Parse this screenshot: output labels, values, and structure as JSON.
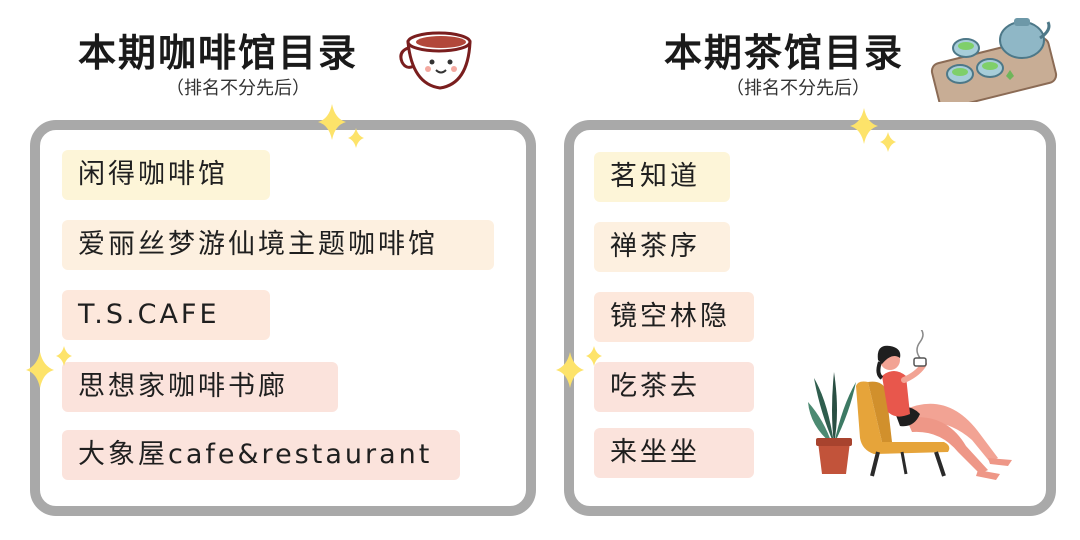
{
  "coffee": {
    "title": "本期咖啡馆目录",
    "subtitle": "（排名不分先后）",
    "items": [
      {
        "label": "闲得咖啡馆",
        "color": "#fdf5d8"
      },
      {
        "label": "爱丽丝梦游仙境主题咖啡馆",
        "color": "#fdf0e0"
      },
      {
        "label": "T.S.CAFE",
        "color": "#fde8dc"
      },
      {
        "label": "思想家咖啡书廊",
        "color": "#fbe3dc"
      },
      {
        "label": "大象屋cafe&restaurant",
        "color": "#fbe3dc"
      }
    ]
  },
  "tea": {
    "title": "本期茶馆目录",
    "subtitle": "（排名不分先后）",
    "items": [
      {
        "label": "茗知道",
        "color": "#fdf5d8"
      },
      {
        "label": "禅茶序",
        "color": "#fdf0e0"
      },
      {
        "label": "镜空林隐",
        "color": "#fde8dc"
      },
      {
        "label": "吃茶去",
        "color": "#fbe3dc"
      },
      {
        "label": "来坐坐",
        "color": "#fbe3dc"
      }
    ]
  },
  "colors": {
    "panel_border": "#a9a9a9",
    "sparkle": "#fde36a",
    "sparkle_core": "#fffbe0"
  },
  "icons": [
    "coffee-cup-icon",
    "tea-set-icon",
    "sparkle-icon",
    "plant-icon",
    "woman-in-chair-icon"
  ]
}
